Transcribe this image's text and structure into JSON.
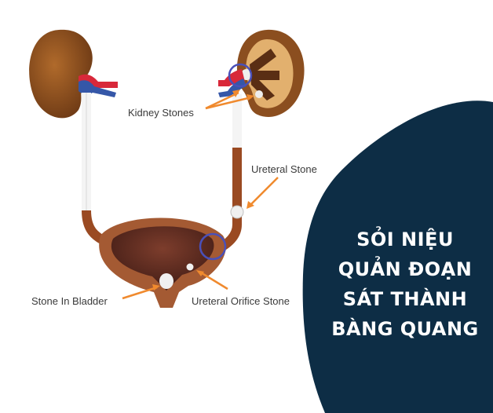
{
  "labels": {
    "kidney_stones": "Kidney Stones",
    "ureteral_stone": "Ureteral Stone",
    "stone_in_bladder": "Stone In Bladder",
    "ureteral_orifice_stone": "Ureteral Orifice Stone"
  },
  "title_lines": [
    "SỎI  NIỆU",
    "QUẢN ĐOẠN",
    "SÁT THÀNH",
    "BÀNG QUANG"
  ],
  "colors": {
    "panel": "#0d2d45",
    "kidney": "#8b4e1f",
    "kidney_light": "#d9a15c",
    "ureter": "#f4f4f4",
    "ureter_dark": "#9a4a22",
    "bladder": "#a45a33",
    "bladder_inner": "#5a2a1f",
    "artery": "#d8283a",
    "vein": "#3557a8",
    "arrow": "#f08a2e",
    "highlight": "#4a50b8"
  }
}
